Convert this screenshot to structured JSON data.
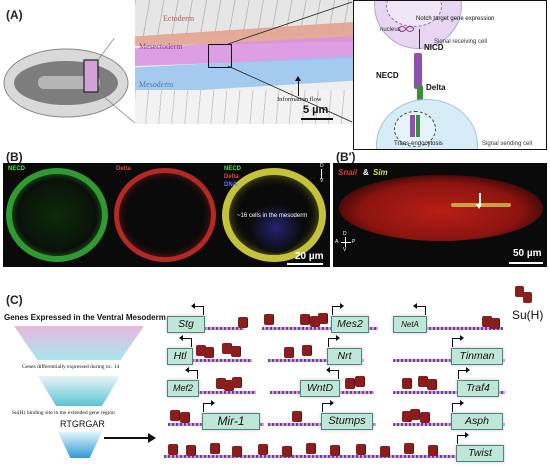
{
  "panel_a": {
    "label": "(A)",
    "tissue_labels": {
      "ectoderm": "Ectoderm",
      "mesectoderm": "Mesectoderm",
      "mesoderm": "Mesoderm"
    },
    "flow_label": "Information flow",
    "scale": "5 µm",
    "inset": {
      "target_gene": "Notch target gene expression",
      "nucleus": "nucleus",
      "receiving": "Signal receiving cell",
      "nicd": "NICD",
      "necd": "NECD",
      "delta": "Delta",
      "trans": "Trans-endocytosis",
      "sending": "Signal sending cell"
    }
  },
  "panel_b": {
    "label": "(B)",
    "necd": "NECD",
    "delta": "Delta",
    "merge_necd": "NECD",
    "merge_delta": "Delta",
    "dapi": "DNA",
    "cells_note": "~16 cells in the mesoderm",
    "axis_d": "D",
    "axis_v": "V",
    "scale": "20 µm"
  },
  "panel_b2": {
    "label": "(B′)",
    "snail": "Snail",
    "amp": "&",
    "sim": "Sim",
    "axis_d": "D",
    "axis_a": "A",
    "axis_p": "P",
    "axis_v": "V",
    "scale": "50 µm"
  },
  "panel_c": {
    "label": "(C)",
    "funnel_title": "Genes Expressed in the Ventral Mesoderm",
    "funnel_mid": "Genes differentially expressed during nc. 14",
    "funnel_low": "Su(H) binding site in the extended gene region",
    "motif": "RTGRGAR",
    "legend": "Su(H)",
    "genes": [
      "Stg",
      "Mes2",
      "NetA",
      "Htl",
      "Nrt",
      "Tinman",
      "Mef2",
      "WntD",
      "Traf4",
      "Mir-1",
      "Stumps",
      "Asph",
      "Twist"
    ]
  },
  "colors": {
    "ectoderm": "#e39a86",
    "mesectoderm": "#d88ee0",
    "mesoderm": "#8fc0ee",
    "necd": "#3aa43a",
    "delta": "#c8322a",
    "sim": "#d9e04a",
    "site": "#8b1d1d",
    "gene_box": "#bfe6d6"
  }
}
